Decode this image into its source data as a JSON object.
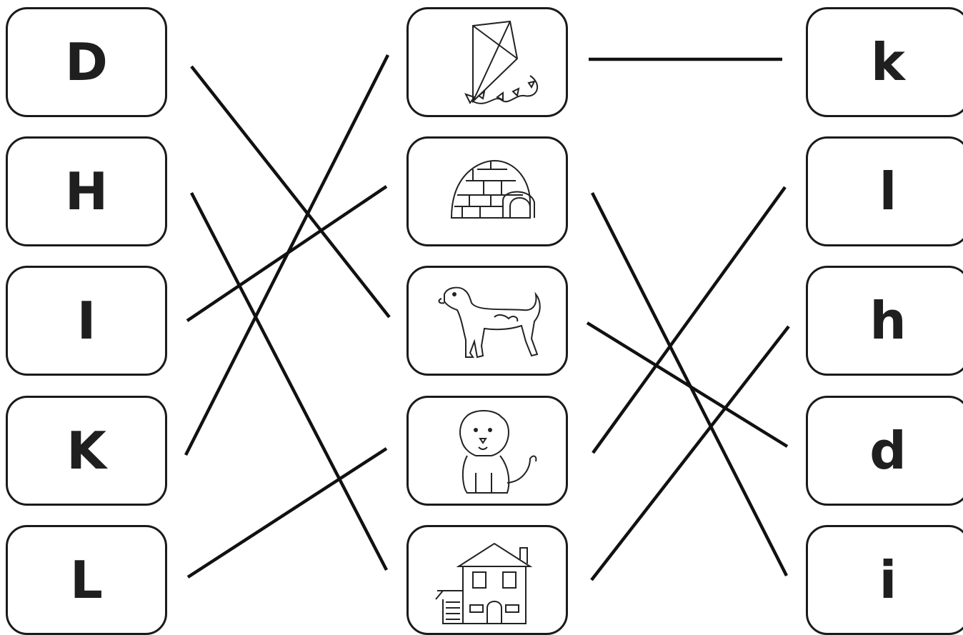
{
  "worksheet": {
    "capital_letters": [
      "D",
      "H",
      "I",
      "K",
      "L"
    ],
    "pictures": [
      {
        "name": "kite",
        "icon": "kite-icon"
      },
      {
        "name": "igloo",
        "icon": "igloo-icon"
      },
      {
        "name": "dog",
        "icon": "dog-icon"
      },
      {
        "name": "lion",
        "icon": "lion-icon"
      },
      {
        "name": "house",
        "icon": "house-icon"
      }
    ],
    "small_letters": [
      "k",
      "l",
      "h",
      "d",
      "i"
    ],
    "line_color": "#111111"
  }
}
